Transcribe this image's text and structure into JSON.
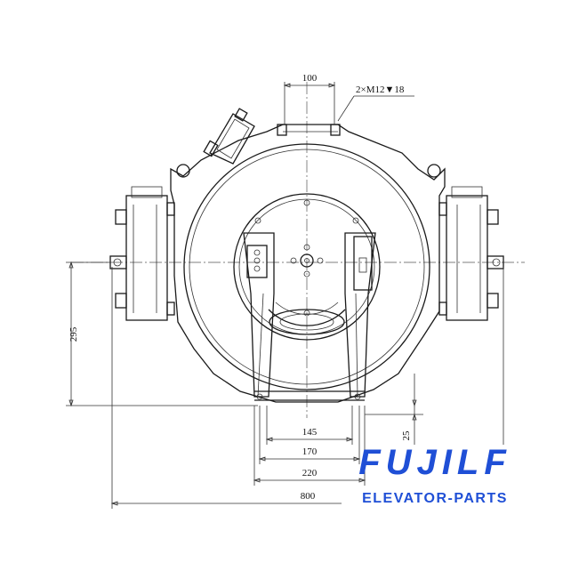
{
  "drawing": {
    "dimensions": {
      "top_spacing": "100",
      "bolt_spec": "2×M12▼18",
      "height": "295",
      "offset": "25",
      "w1": "145",
      "w2": "170",
      "w3": "220",
      "overall": "800"
    }
  },
  "logo": {
    "brand": "FUJILF",
    "tagline": "ELEVATOR-PARTS",
    "brand_color": "#1f4fd6"
  }
}
